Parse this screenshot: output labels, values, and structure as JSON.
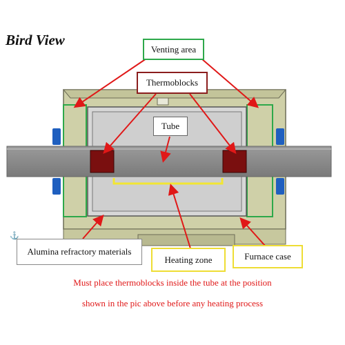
{
  "title": "Bird View",
  "labels": {
    "venting_area": "Venting area",
    "thermoblocks": "Thermoblocks",
    "tube": "Tube",
    "alumina": "Alumina refractory materials",
    "heating_zone": "Heating zone",
    "furnace_case": "Furnace case"
  },
  "notes": {
    "line1": "Must place thermoblocks inside the tube at the position",
    "line2": "shown in the pic above before any heating process"
  },
  "colors": {
    "venting_border": "#2da84a",
    "thermo_border": "#8b1d1d",
    "pointer_arrows": "#e01818",
    "heating_border": "#eedd33",
    "case_fill": "#cfd0a8",
    "tube_fill": "#8c8c8c",
    "thermoblock_fill": "#7a0f0f",
    "flange_fill": "#1f5fbf"
  }
}
